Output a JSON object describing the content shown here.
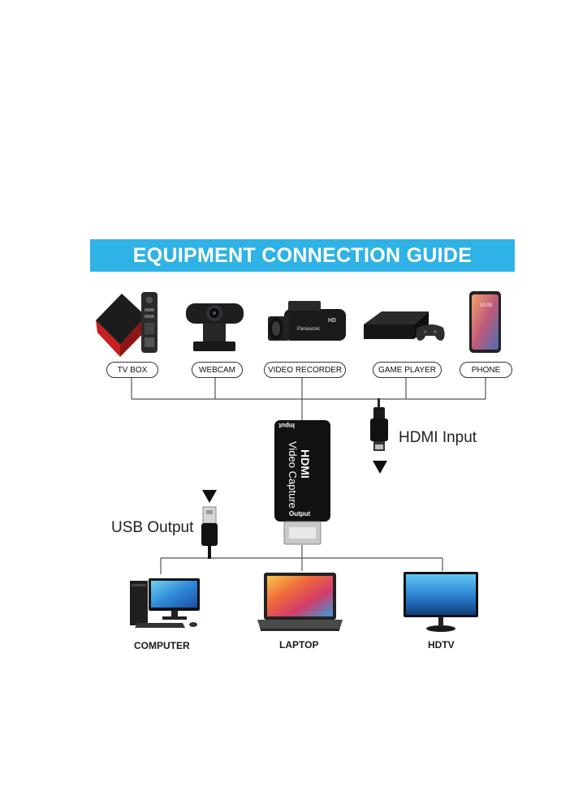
{
  "title": "EQUIPMENT CONNECTION GUIDE",
  "sources": [
    {
      "label": "TV BOX",
      "icon": "tv-box-icon"
    },
    {
      "label": "WEBCAM",
      "icon": "webcam-icon"
    },
    {
      "label": "VIDEO RECORDER",
      "icon": "camcorder-icon"
    },
    {
      "label": "GAME PLAYER",
      "icon": "game-console-icon"
    },
    {
      "label": "PHONE",
      "icon": "phone-icon"
    }
  ],
  "capture_device": {
    "brand": "HDMI",
    "product": "Video Capture",
    "input_label": "Input",
    "output_label": "Output"
  },
  "camcorder": {
    "brand": "Panasonic",
    "badge": "HD"
  },
  "phone_screen_time": "10:00",
  "hdmi_label": "HDMI Input",
  "usb_label": "USB Output",
  "outputs": [
    {
      "label": "COMPUTER",
      "icon": "desktop-computer-icon"
    },
    {
      "label": "LAPTOP",
      "icon": "laptop-icon"
    },
    {
      "label": "HDTV",
      "icon": "monitor-icon"
    }
  ],
  "colors": {
    "banner": "#2fb2e6",
    "line": "#555555",
    "device_body": "#111111"
  }
}
